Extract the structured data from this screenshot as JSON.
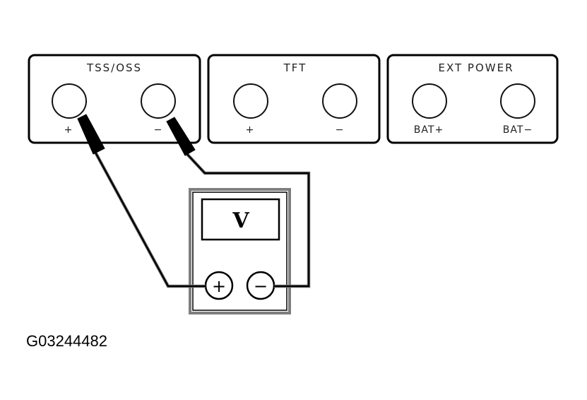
{
  "panels": [
    {
      "title": "TSS/OSS",
      "jacks": [
        {
          "label": "+"
        },
        {
          "label": "−"
        }
      ]
    },
    {
      "title": "TFT",
      "jacks": [
        {
          "label": "+"
        },
        {
          "label": "−"
        }
      ]
    },
    {
      "title": "EXT POWER",
      "jacks": [
        {
          "label": "BAT+"
        },
        {
          "label": "BAT−"
        }
      ]
    }
  ],
  "meter": {
    "display": "V",
    "positive_terminal": "+",
    "negative_terminal": "−"
  },
  "connections": [
    {
      "from": "meter-positive",
      "to": "TSS/OSS +"
    },
    {
      "from": "meter-negative",
      "to": "TSS/OSS −"
    }
  ],
  "figure_id": "G03244482"
}
